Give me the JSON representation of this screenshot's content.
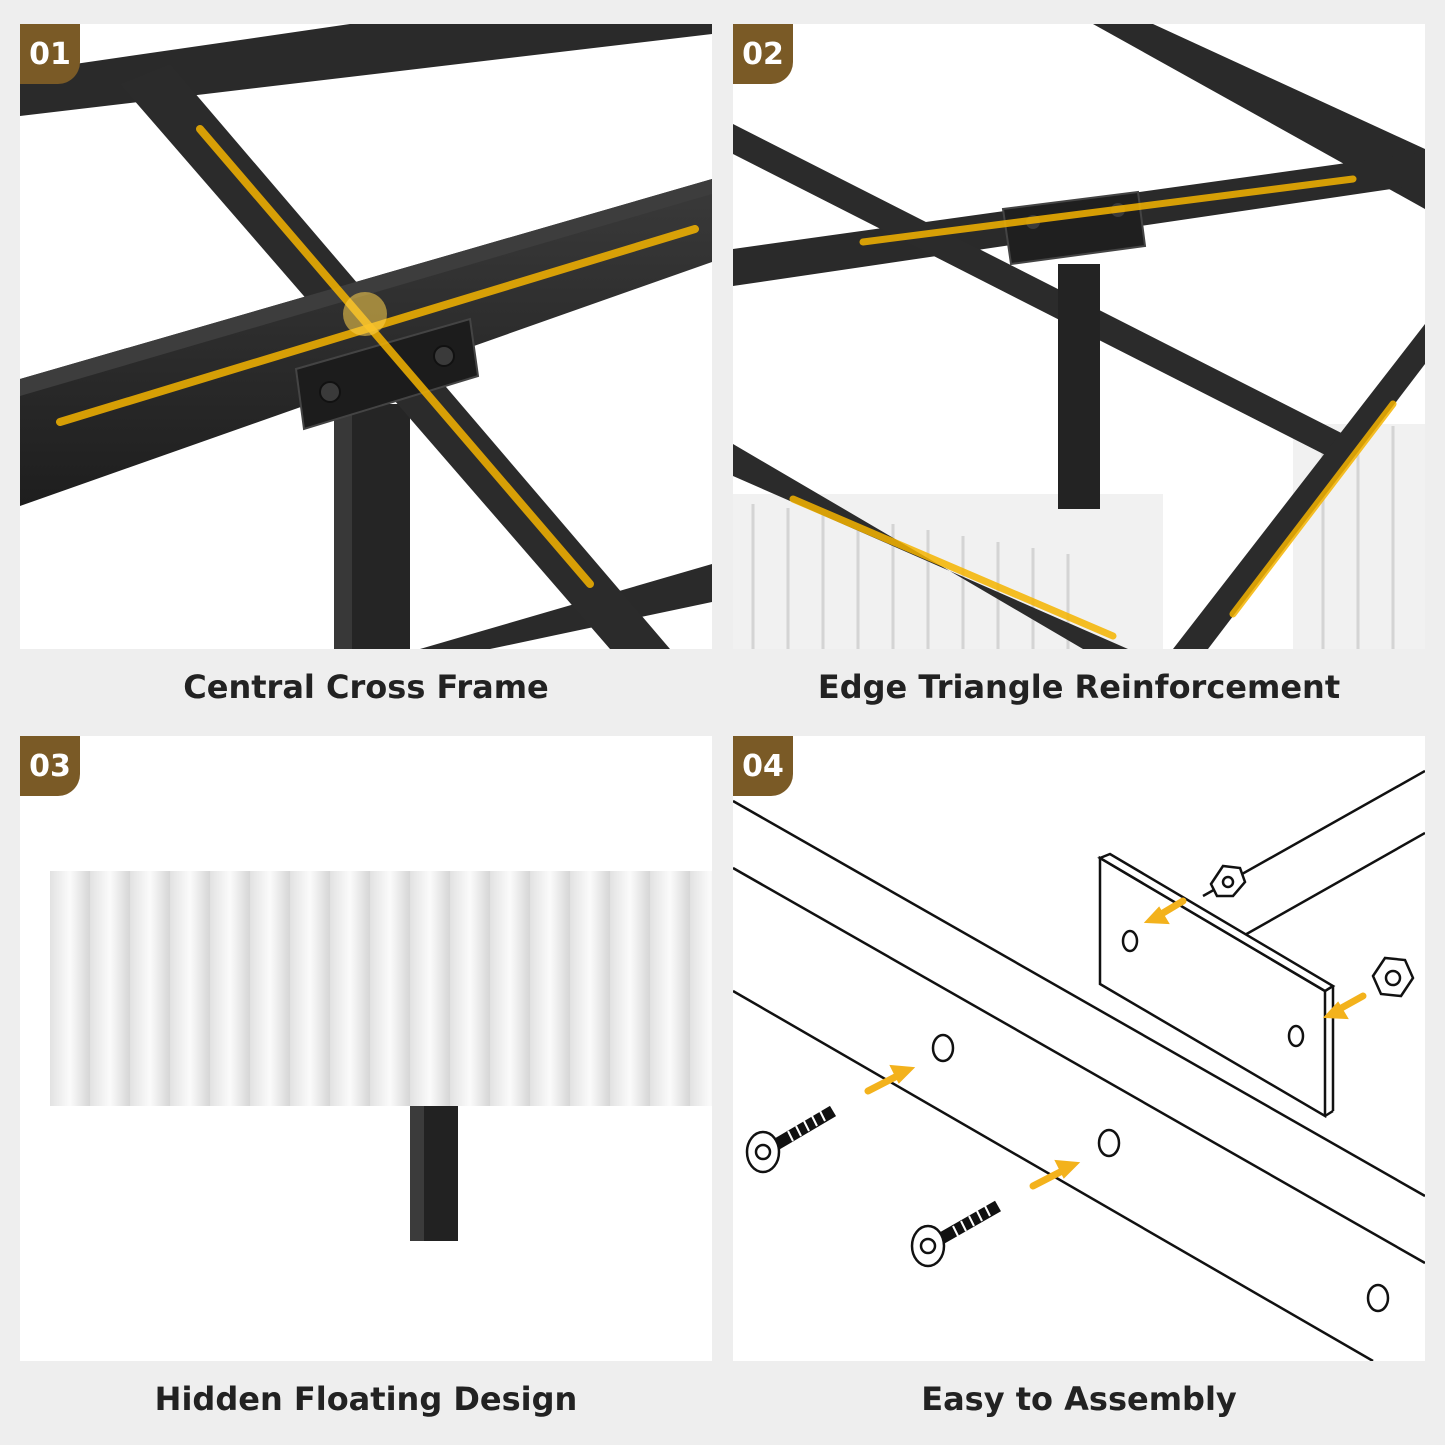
{
  "colors": {
    "background": "#eeeeee",
    "panel": "#ffffff",
    "badge": "#7a5a26",
    "steel": "#2c2c2c",
    "highlight": "#f5b400",
    "arrow": "#f3b21c"
  },
  "panels": [
    {
      "number": "01",
      "caption": "Central Cross Frame"
    },
    {
      "number": "02",
      "caption": "Edge Triangle Reinforcement"
    },
    {
      "number": "03",
      "caption": "Hidden Floating Design"
    },
    {
      "number": "04",
      "caption": "Easy to Assembly"
    }
  ]
}
